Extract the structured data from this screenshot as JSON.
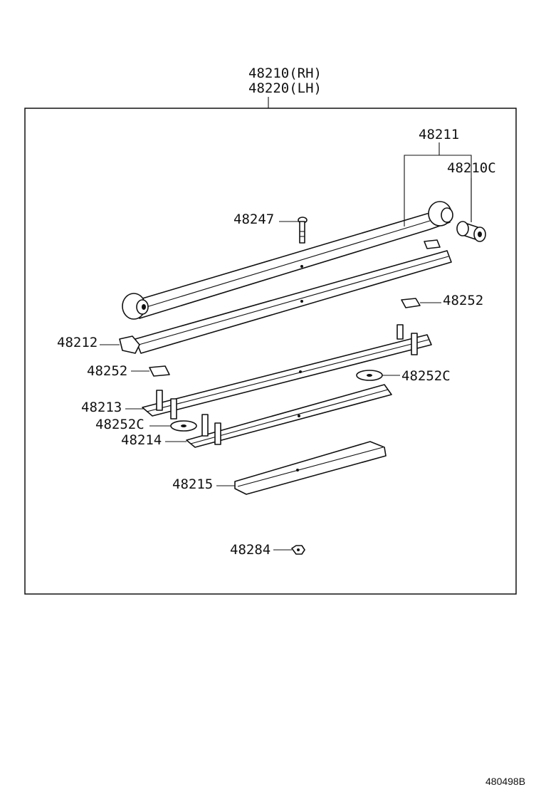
{
  "assembly": {
    "rh": "48210(RH)",
    "lh": "48220(LH)"
  },
  "parts": {
    "p48211": "48211",
    "p48210c": "48210C",
    "p48247": "48247",
    "p48252_right": "48252",
    "p48212": "48212",
    "p48252_left": "48252",
    "p48252c_right": "48252C",
    "p48213": "48213",
    "p48252c_left": "48252C",
    "p48214": "48214",
    "p48215": "48215",
    "p48284": "48284"
  },
  "diagram_code": "480498B"
}
